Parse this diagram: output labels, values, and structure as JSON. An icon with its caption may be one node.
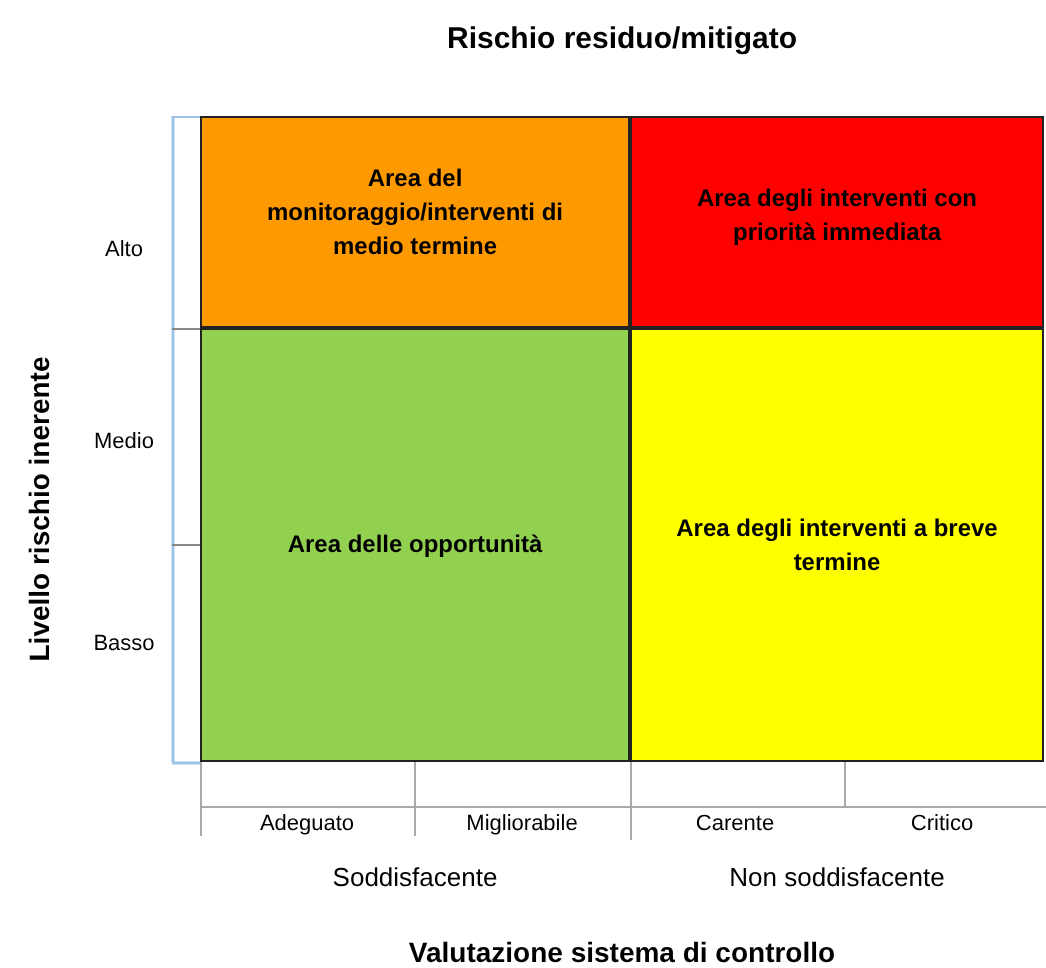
{
  "diagram": {
    "title": "Rischio residuo/mitigato",
    "nodes": [
      {
        "text": [
          "Area del monitoraggio/interventi di medio termine"
        ]
      },
      {
        "text": [
          "Area degli interventi con priorità immediata"
        ]
      },
      {
        "text": [
          "Area delle opportunità"
        ]
      },
      {
        "text": [
          "Area degli interventi a breve termine"
        ]
      }
    ],
    "labels": [
      "Livello rischio inerente",
      "Alto",
      "Medio",
      "Basso",
      "Adeguato",
      "Migliorabile",
      "Carente",
      "Critico",
      "Soddisfacente",
      "Non soddisfacente",
      "Valutazione sistema di controllo"
    ]
  }
}
